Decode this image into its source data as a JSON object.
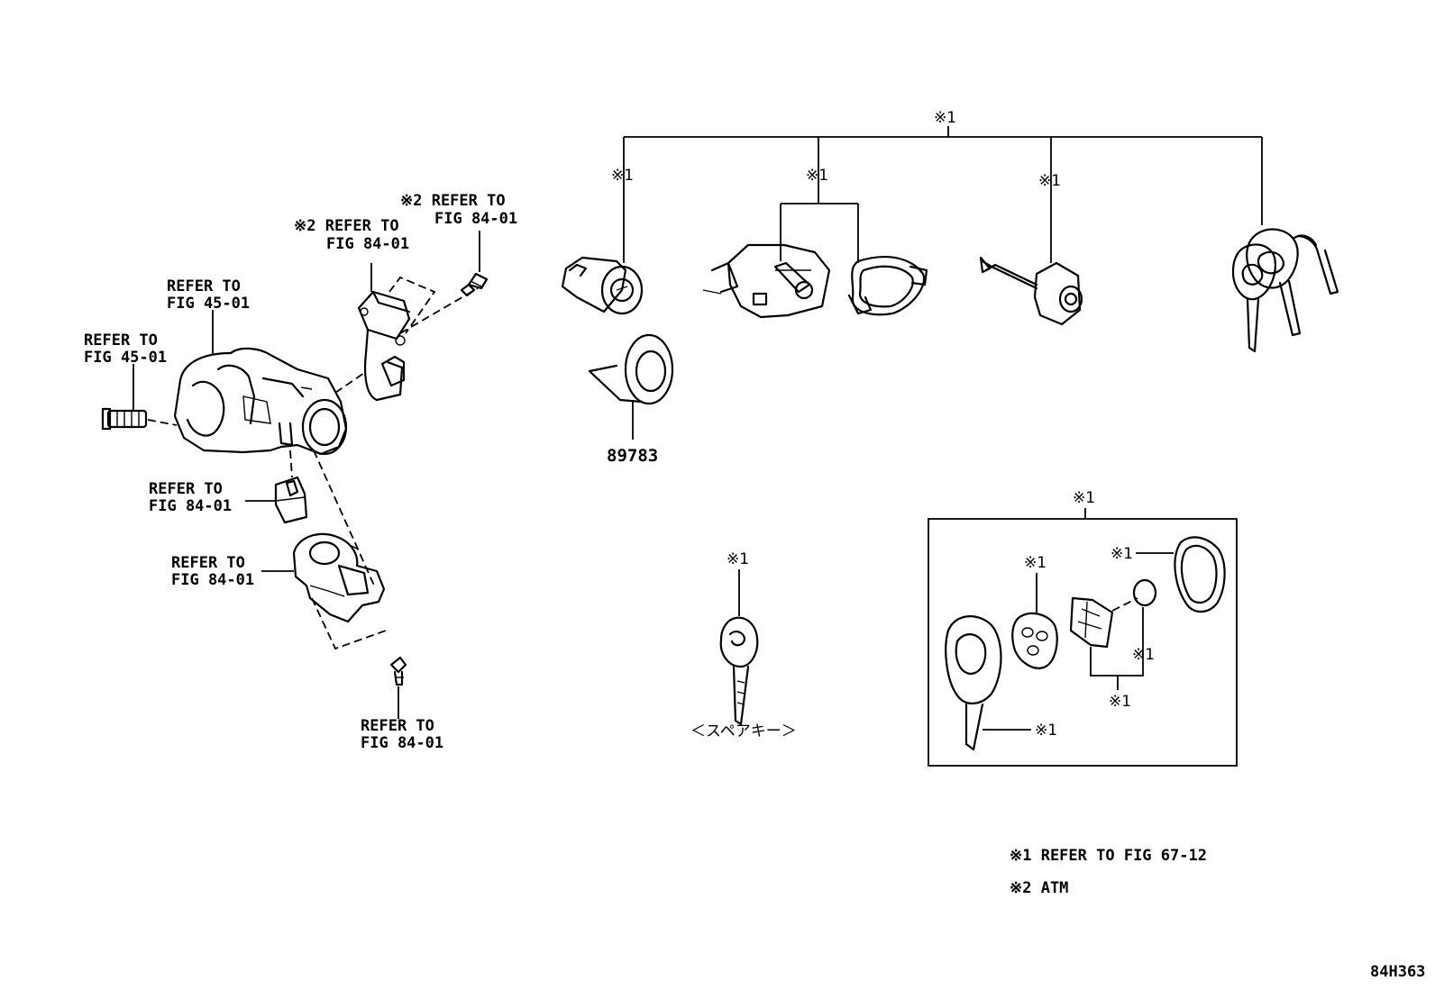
{
  "labels": {
    "refer_fig4501_a": [
      "REFER TO",
      "FIG 45-01"
    ],
    "refer_fig4501_b": [
      "REFER TO",
      "FIG 45-01"
    ],
    "atm_refer_a": [
      "※2 REFER TO",
      "FIG 84-01"
    ],
    "atm_refer_b": [
      "※2 REFER TO",
      "FIG 84-01"
    ],
    "refer_fig8401_a": [
      "REFER TO",
      "FIG 84-01"
    ],
    "refer_fig8401_b": [
      "REFER TO",
      "FIG 84-01"
    ],
    "refer_fig8401_c": [
      "REFER TO",
      "FIG 84-01"
    ]
  },
  "ref_mark": "※1",
  "part_number": "89783",
  "spare_key_label": "＜スペアキー＞",
  "legend": {
    "note1": "※1 REFER TO FIG 67-12",
    "note2": "※2 ATM"
  },
  "figure_code": "84H363"
}
